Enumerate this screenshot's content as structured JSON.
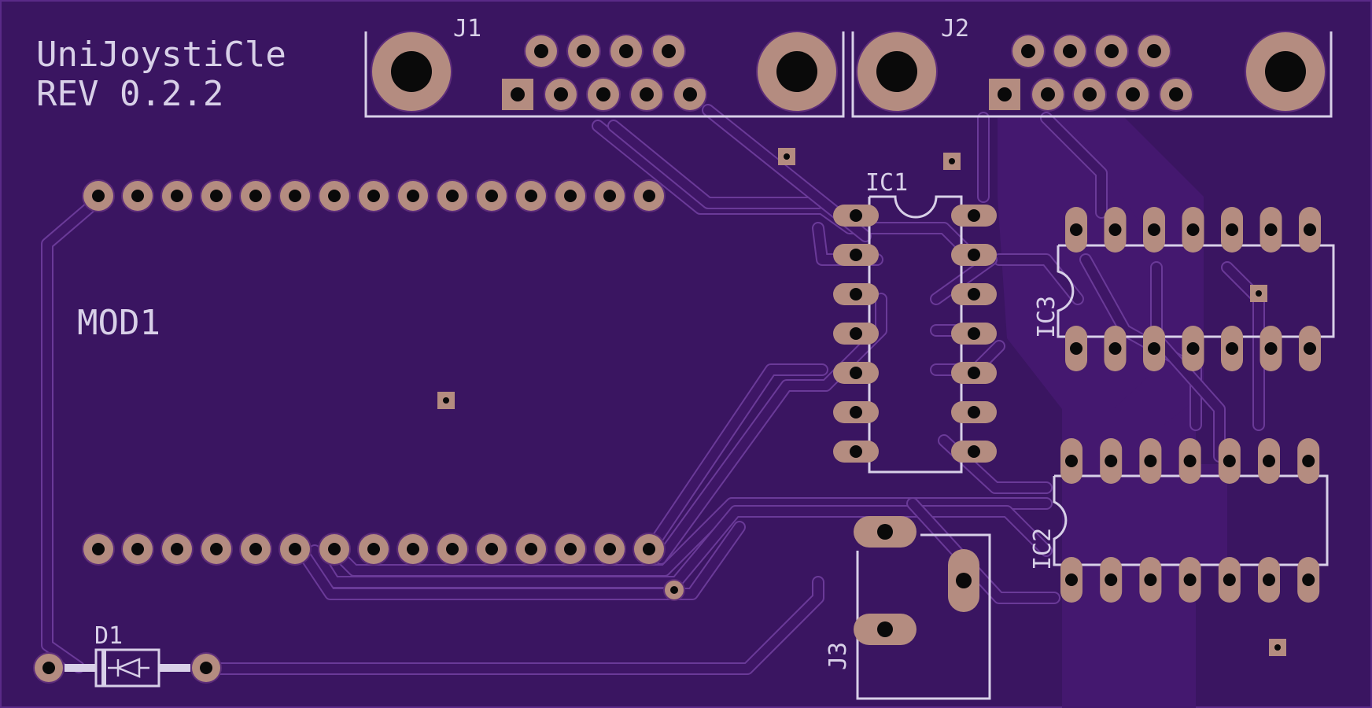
{
  "board": {
    "title_line1": "UniJoystiCle",
    "title_line2": "REV 0.2.2",
    "colors": {
      "substrate": "#3a1561",
      "copper_pour": "#44186f",
      "trace": "#3e1666",
      "trace_edge": "#6a3a98",
      "pad": "#b48c80",
      "hole": "#0a0a0a",
      "silkscreen": "#d8d0e8",
      "outline": "#000000"
    }
  },
  "components": {
    "j1": {
      "ref": "J1",
      "type": "db9-connector"
    },
    "j2": {
      "ref": "J2",
      "type": "db9-connector"
    },
    "ic1": {
      "ref": "IC1",
      "type": "dip14"
    },
    "ic2": {
      "ref": "IC2",
      "type": "dip14"
    },
    "ic3": {
      "ref": "IC3",
      "type": "dip14"
    },
    "mod1": {
      "ref": "MOD1",
      "type": "module-header-2x15"
    },
    "j3": {
      "ref": "J3",
      "type": "power-jack"
    },
    "d1": {
      "ref": "D1",
      "type": "diode"
    }
  }
}
